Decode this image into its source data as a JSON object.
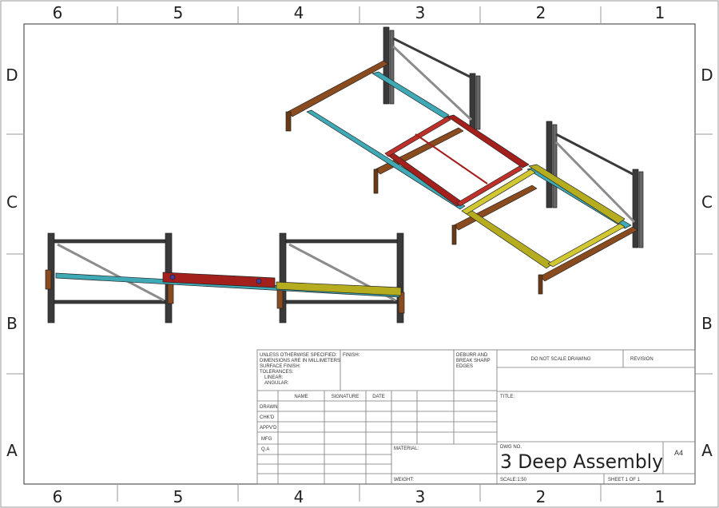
{
  "border": {
    "columns": [
      "6",
      "5",
      "4",
      "3",
      "2",
      "1"
    ],
    "rows": [
      "D",
      "C",
      "B",
      "A"
    ]
  },
  "title_block": {
    "general_notes": [
      "UNLESS OTHERWISE SPECIFIED:",
      "DIMENSIONS ARE IN MILLIMETERS",
      "SURFACE FINISH:",
      "TOLERANCES:",
      "LINEAR:",
      "ANGULAR:"
    ],
    "finish_label": "FINISH:",
    "deburr_note": [
      "DEBURR AND",
      "BREAK SHARP",
      "EDGES"
    ],
    "do_not_scale": "DO NOT SCALE DRAWING",
    "revision_label": "REVISION",
    "col_name": "NAME",
    "col_signature": "SIGNATURE",
    "col_date": "DATE",
    "row_labels": [
      "DRAWN",
      "CHK'D",
      "APPV'D",
      "MFG",
      "Q.A"
    ],
    "material_label": "MATERIAL:",
    "weight_label": "WEIGHT:",
    "title_label": "TITLE:",
    "dwg_no_label": "DWG NO.",
    "drawing_title": "3 Deep Assembly",
    "sheet_size": "A4",
    "scale": "SCALE:1:50",
    "sheet": "SHEET 1 OF 1"
  },
  "colors": {
    "upright": "#3a3a3a",
    "beam_brown": "#8a4b1e",
    "rail_cyan": "#3fa9b5",
    "carriage_red": "#a3201c",
    "carriage_yellow": "#b5ad1f",
    "brace_gray": "#8c8c8c"
  }
}
